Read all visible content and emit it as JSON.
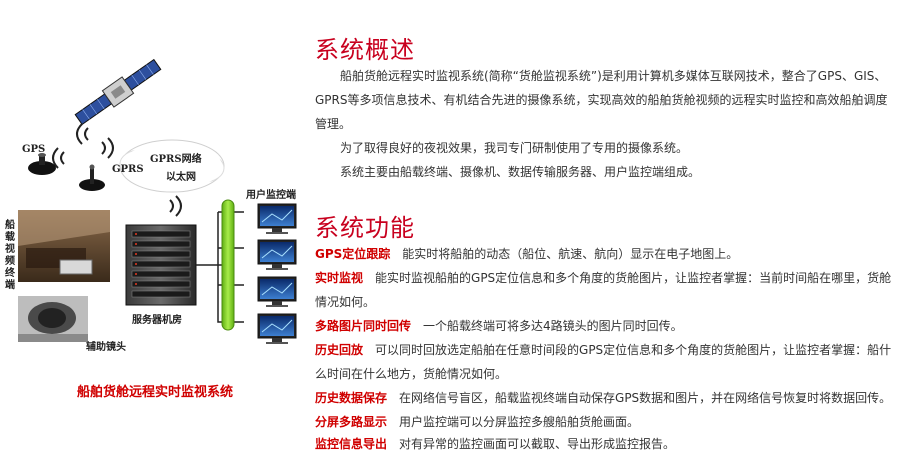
{
  "diagram": {
    "label_gps": "GPS",
    "label_gprs": "GPRS",
    "label_network_1": "GPRS网络",
    "label_network_2": "以太网",
    "label_ship_terminal": "船载视频终端",
    "label_aux_lens": "辅助镜头",
    "label_server_room": "服务器机房",
    "label_user_client": "用户监控端",
    "caption": "船舶货舱远程实时监视系统",
    "colors": {
      "bus_green": "#7ed321",
      "caption_red": "#d00000"
    },
    "icons": [
      "satellite-icon",
      "gps-antenna-icon",
      "gprs-antenna-icon",
      "server-rack-icon",
      "monitor-icon",
      "camera-icon"
    ]
  },
  "overview": {
    "title": "系统概述",
    "p1": "船舶货舱远程实时监视系统(简称“货舱监视系统”)是利用计算机多媒体互联网技术，整合了GPS、GIS、GPRS等多项信息技术、有机结合先进的摄像系统，实现高效的船舶货舱视频的远程实时监控和高效船舶调度管理。",
    "p2": "为了取得良好的夜视效果，我司专门研制使用了专用的摄像系统。",
    "p3": "系统主要由船载终端、摄像机、数据传输服务器、用户监控端组成。"
  },
  "features": {
    "title": "系统功能",
    "items": [
      {
        "name": "GPS定位跟踪",
        "desc": "能实时将船舶的动态（船位、航速、航向）显示在电子地图上。"
      },
      {
        "name": "实时监视",
        "desc": "能实时监视船舶的GPS定位信息和多个角度的货舱图片，让监控者掌握：当前时间船在哪里，货舱情况如何。"
      },
      {
        "name": "多路图片同时回传",
        "desc": "一个船载终端可将多达4路镜头的图片同时回传。"
      },
      {
        "name": "历史回放",
        "desc": "可以同时回放选定船舶在任意时间段的GPS定位信息和多个角度的货舱图片，让监控者掌握：船什么时间在什么地方，货舱情况如何。"
      },
      {
        "name": "历史数据保存",
        "desc": "在网络信号盲区，船载监视终端自动保存GPS数据和图片，并在网络信号恢复时将数据回传。"
      },
      {
        "name": "分屏多路显示",
        "desc": "用户监控端可以分屏监控多艘船舶货舱画面。"
      },
      {
        "name": "监控信息导出",
        "desc": "对有异常的监控画面可以截取、导出形成监控报告。"
      }
    ],
    "colors": {
      "title_red": "#c8001e",
      "name_red": "#d00000"
    }
  }
}
